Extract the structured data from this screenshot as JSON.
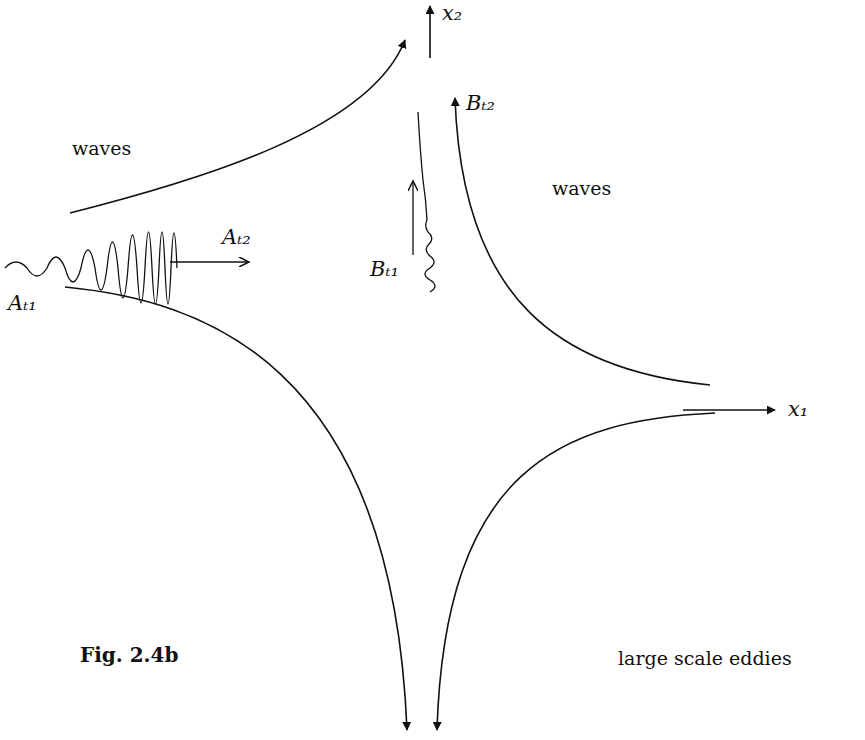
{
  "diagram": {
    "labels": [
      "x₂",
      "Bₜ₂",
      "waves",
      "waves",
      "Bₜ₁",
      "Aₜ₂",
      "x₁",
      "Aₜ₁",
      "Fig. 2.4b",
      "large scale eddies"
    ]
  }
}
